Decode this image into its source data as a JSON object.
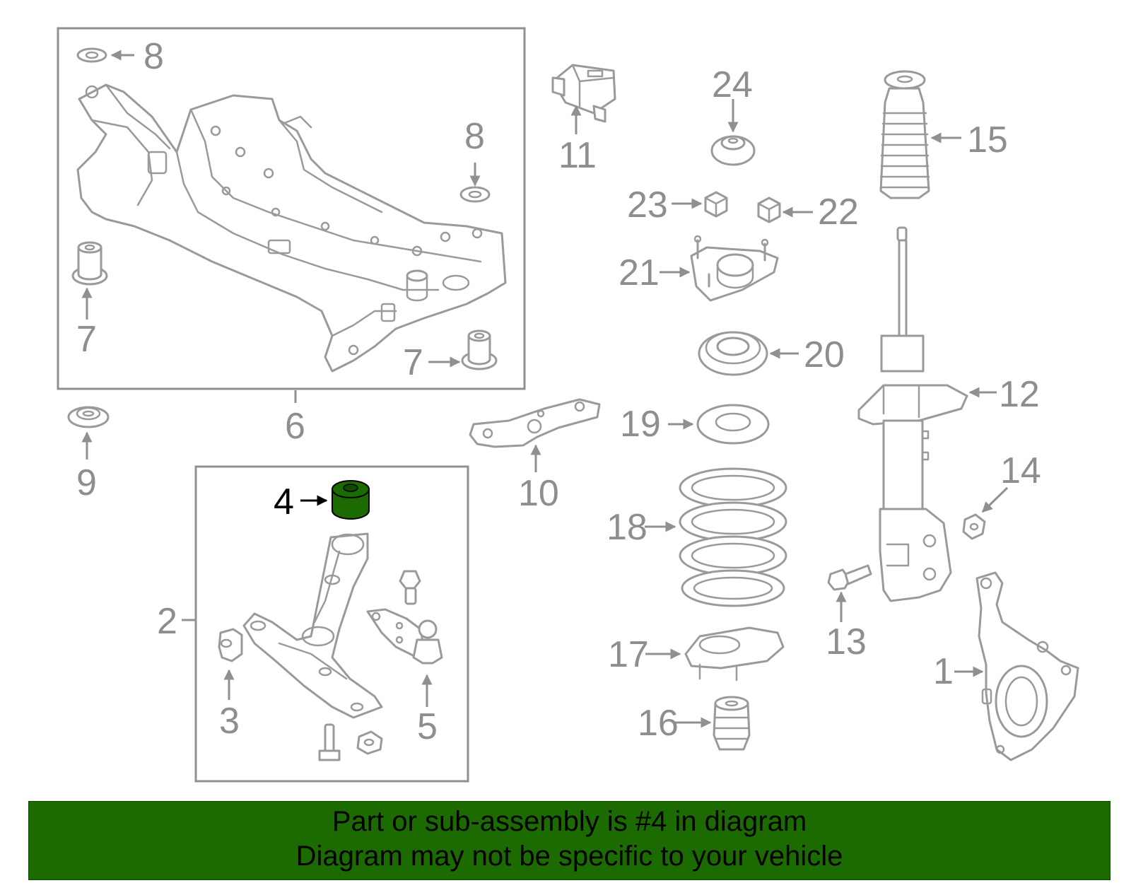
{
  "highlight_color": "#1b6b00",
  "callouts": {
    "c1": "1",
    "c2": "2",
    "c3": "3",
    "c4": "4",
    "c5": "5",
    "c6": "6",
    "c7a": "7",
    "c7b": "7",
    "c8a": "8",
    "c8b": "8",
    "c9": "9",
    "c10": "10",
    "c11": "11",
    "c12": "12",
    "c13": "13",
    "c14": "14",
    "c15": "15",
    "c16": "16",
    "c17": "17",
    "c18": "18",
    "c19": "19",
    "c20": "20",
    "c21": "21",
    "c22": "22",
    "c23": "23",
    "c24": "24"
  },
  "banner": {
    "line1": "Part or sub-assembly is #4 in diagram",
    "line2": "Diagram may not be specific to your vehicle"
  }
}
